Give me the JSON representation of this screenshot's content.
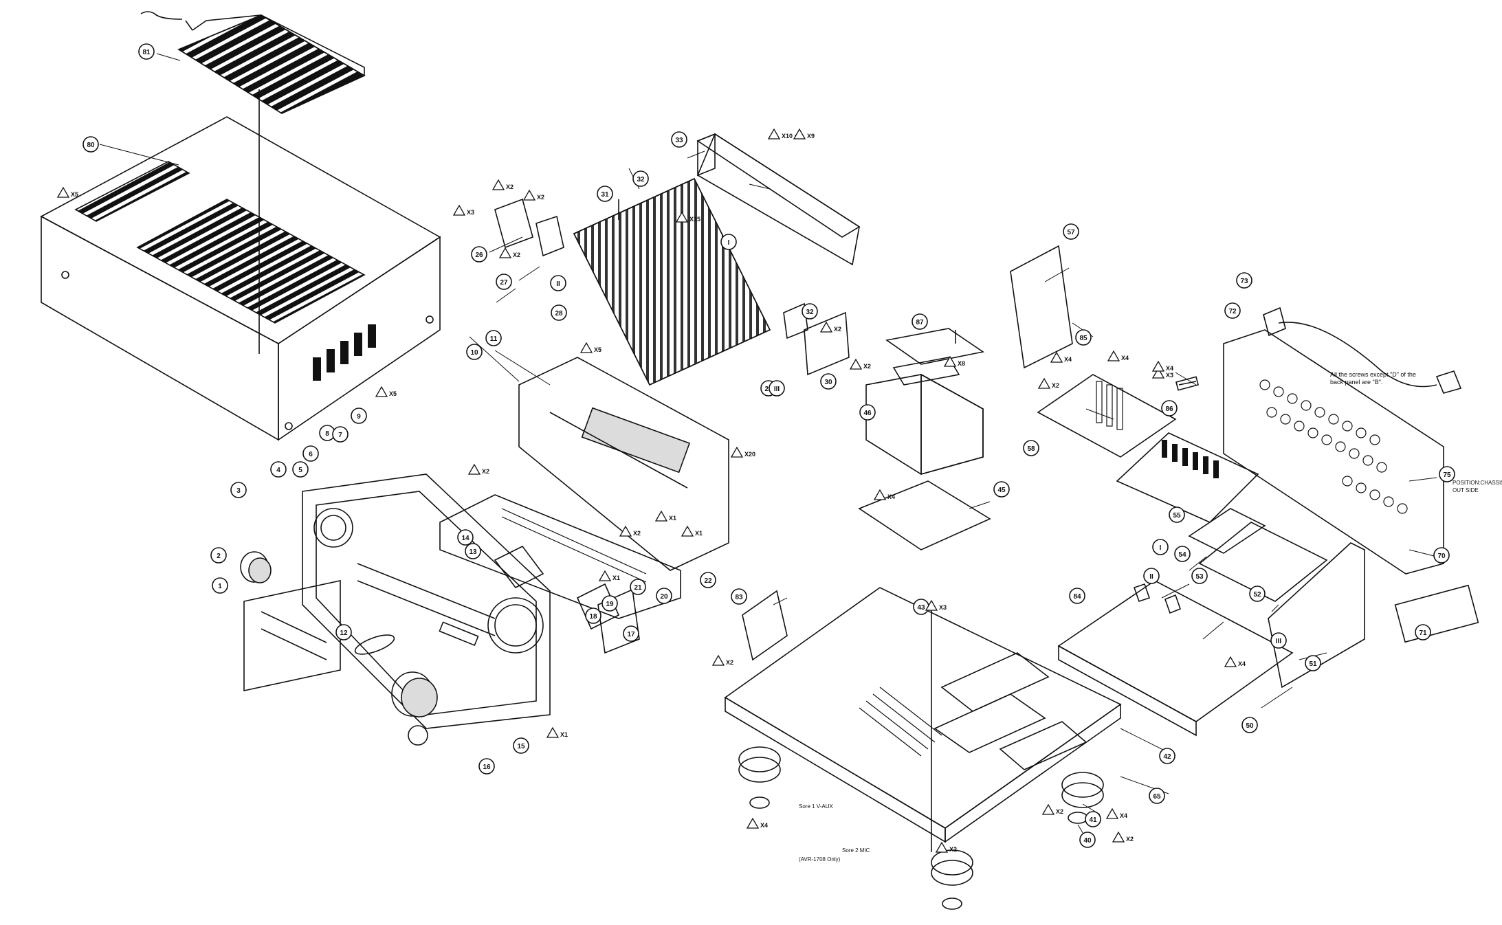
{
  "diagram": {
    "callouts": [
      {
        "id": "c81",
        "label": "81"
      },
      {
        "id": "c80",
        "label": "80"
      },
      {
        "id": "c28",
        "label": "28"
      },
      {
        "id": "c27",
        "label": "27"
      },
      {
        "id": "c26",
        "label": "26"
      },
      {
        "id": "c31",
        "label": "31"
      },
      {
        "id": "c32a",
        "label": "32"
      },
      {
        "id": "c32b",
        "label": "32"
      },
      {
        "id": "c33",
        "label": "33"
      },
      {
        "id": "c29",
        "label": "29"
      },
      {
        "id": "c30",
        "label": "30"
      },
      {
        "id": "c10",
        "label": "10"
      },
      {
        "id": "c11",
        "label": "11"
      },
      {
        "id": "c9",
        "label": "9"
      },
      {
        "id": "c8",
        "label": "8"
      },
      {
        "id": "c7",
        "label": "7"
      },
      {
        "id": "c6",
        "label": "6"
      },
      {
        "id": "c5",
        "label": "5"
      },
      {
        "id": "c4",
        "label": "4"
      },
      {
        "id": "c3",
        "label": "3"
      },
      {
        "id": "c2",
        "label": "2"
      },
      {
        "id": "c1",
        "label": "1"
      },
      {
        "id": "c12",
        "label": "12"
      },
      {
        "id": "c13",
        "label": "13"
      },
      {
        "id": "c14",
        "label": "14"
      },
      {
        "id": "c15",
        "label": "15"
      },
      {
        "id": "c16",
        "label": "16"
      },
      {
        "id": "c17",
        "label": "17"
      },
      {
        "id": "c18",
        "label": "18"
      },
      {
        "id": "c19",
        "label": "19"
      },
      {
        "id": "c20",
        "label": "20"
      },
      {
        "id": "c21",
        "label": "21"
      },
      {
        "id": "c22",
        "label": "22"
      },
      {
        "id": "c87",
        "label": "87"
      },
      {
        "id": "c46",
        "label": "46"
      },
      {
        "id": "c45",
        "label": "45"
      },
      {
        "id": "c57",
        "label": "57"
      },
      {
        "id": "c85",
        "label": "85"
      },
      {
        "id": "c58",
        "label": "58"
      },
      {
        "id": "c86",
        "label": "86"
      },
      {
        "id": "c72",
        "label": "72"
      },
      {
        "id": "c73",
        "label": "73"
      },
      {
        "id": "c75",
        "label": "75"
      },
      {
        "id": "c70",
        "label": "70"
      },
      {
        "id": "c55",
        "label": "55"
      },
      {
        "id": "c54",
        "label": "54"
      },
      {
        "id": "c53",
        "label": "53"
      },
      {
        "id": "c52",
        "label": "52"
      },
      {
        "id": "c51",
        "label": "51"
      },
      {
        "id": "c71",
        "label": "71"
      },
      {
        "id": "c50",
        "label": "50"
      },
      {
        "id": "c84",
        "label": "84"
      },
      {
        "id": "c83",
        "label": "83"
      },
      {
        "id": "c43",
        "label": "43"
      },
      {
        "id": "c42",
        "label": "42"
      },
      {
        "id": "c65",
        "label": "65"
      },
      {
        "id": "c41",
        "label": "41"
      },
      {
        "id": "c40",
        "label": "40"
      },
      {
        "id": "cI",
        "label": "I"
      },
      {
        "id": "cII",
        "label": "II"
      },
      {
        "id": "cIII",
        "label": "III"
      },
      {
        "id": "cIIb",
        "label": "II"
      },
      {
        "id": "cIIIb",
        "label": "III"
      },
      {
        "id": "cIb",
        "label": "I"
      }
    ],
    "qty_marks": [
      {
        "id": "q1",
        "text": "X5"
      },
      {
        "id": "q2",
        "text": "X3"
      },
      {
        "id": "q3",
        "text": "X5"
      },
      {
        "id": "q4",
        "text": "X2"
      },
      {
        "id": "q5",
        "text": "X2"
      },
      {
        "id": "q6",
        "text": "X2"
      },
      {
        "id": "q7",
        "text": "X15"
      },
      {
        "id": "q8",
        "text": "X10 :"
      },
      {
        "id": "q9",
        "text": "X9"
      },
      {
        "id": "q10",
        "text": "X2"
      },
      {
        "id": "q11",
        "text": "X2"
      },
      {
        "id": "q12",
        "text": "X5"
      },
      {
        "id": "q13",
        "text": "X20"
      },
      {
        "id": "q14",
        "text": "X2"
      },
      {
        "id": "q15",
        "text": "X1"
      },
      {
        "id": "q16",
        "text": "X2"
      },
      {
        "id": "q17",
        "text": "X1"
      },
      {
        "id": "q18",
        "text": "X1"
      },
      {
        "id": "q19",
        "text": "X1"
      },
      {
        "id": "q20",
        "text": "X8"
      },
      {
        "id": "q21",
        "text": "X4"
      },
      {
        "id": "q22",
        "text": "X4"
      },
      {
        "id": "q23",
        "text": "X2"
      },
      {
        "id": "q24",
        "text": "X4"
      },
      {
        "id": "q25",
        "text": "X3"
      },
      {
        "id": "q26",
        "text": "X2"
      },
      {
        "id": "q27",
        "text": "X3"
      },
      {
        "id": "q28",
        "text": "X2"
      },
      {
        "id": "q29",
        "text": "X4"
      },
      {
        "id": "q30",
        "text": "X2"
      },
      {
        "id": "q31",
        "text": "X4"
      },
      {
        "id": "q32",
        "text": "X2"
      },
      {
        "id": "q33",
        "text": "X4"
      },
      {
        "id": "q34",
        "text": "X4"
      }
    ],
    "notes": {
      "back_panel_note": "All the screws except \"D\" of the back panel are \"B\".",
      "position_note": "POSITION:CHASSIS OUT SIDE",
      "sub_note_1": "Sore 1 V-AUX",
      "sub_note_2": "Sore 2 MIC",
      "sub_note_3": "(AVR-1708 Only)"
    },
    "colors": {
      "ink": "#111111",
      "paper": "#ffffff",
      "fill": "#dcdcdc"
    }
  }
}
